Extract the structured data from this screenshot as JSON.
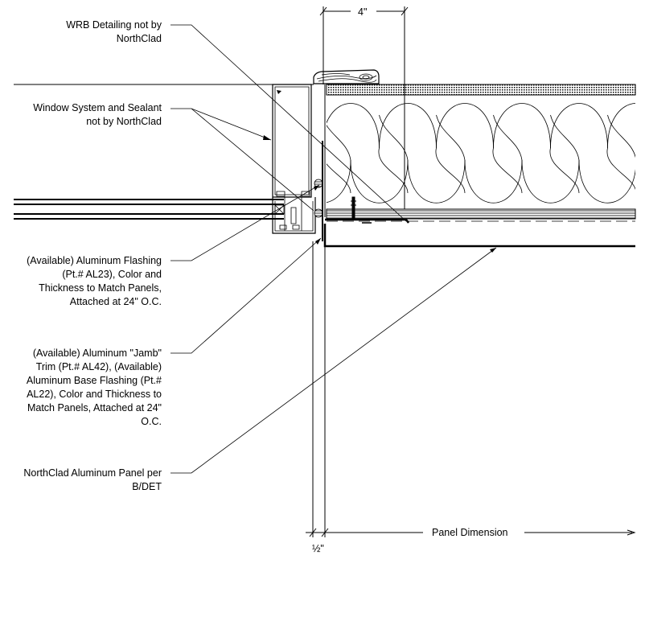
{
  "drawing": {
    "title": "Window jamb / panel detail section",
    "colors": {
      "ink": "#000000",
      "background": "#ffffff"
    }
  },
  "callouts": [
    {
      "id": "wrb",
      "text": "WRB Detailing not by\nNorthClad"
    },
    {
      "id": "window-system",
      "text": "Window System and Sealant\nnot by NorthClad"
    },
    {
      "id": "aluminum-flashing",
      "text": "(Available) Aluminum Flashing\n(Pt.# AL23), Color and\nThickness to Match Panels,\nAttached at 24\" O.C."
    },
    {
      "id": "jamb-trim",
      "text": "(Available) Aluminum \"Jamb\"\nTrim (Pt.# AL42), (Available)\nAluminum Base Flashing (Pt.#\nAL22), Color and Thickness to\nMatch Panels, Attached at 24\"\nO.C."
    },
    {
      "id": "panel",
      "text": "NorthClad Aluminum Panel per\nB/DET"
    }
  ],
  "dimensions": {
    "top": "4\"",
    "bottom_small": "½\"",
    "bottom_panel": "Panel Dimension"
  }
}
